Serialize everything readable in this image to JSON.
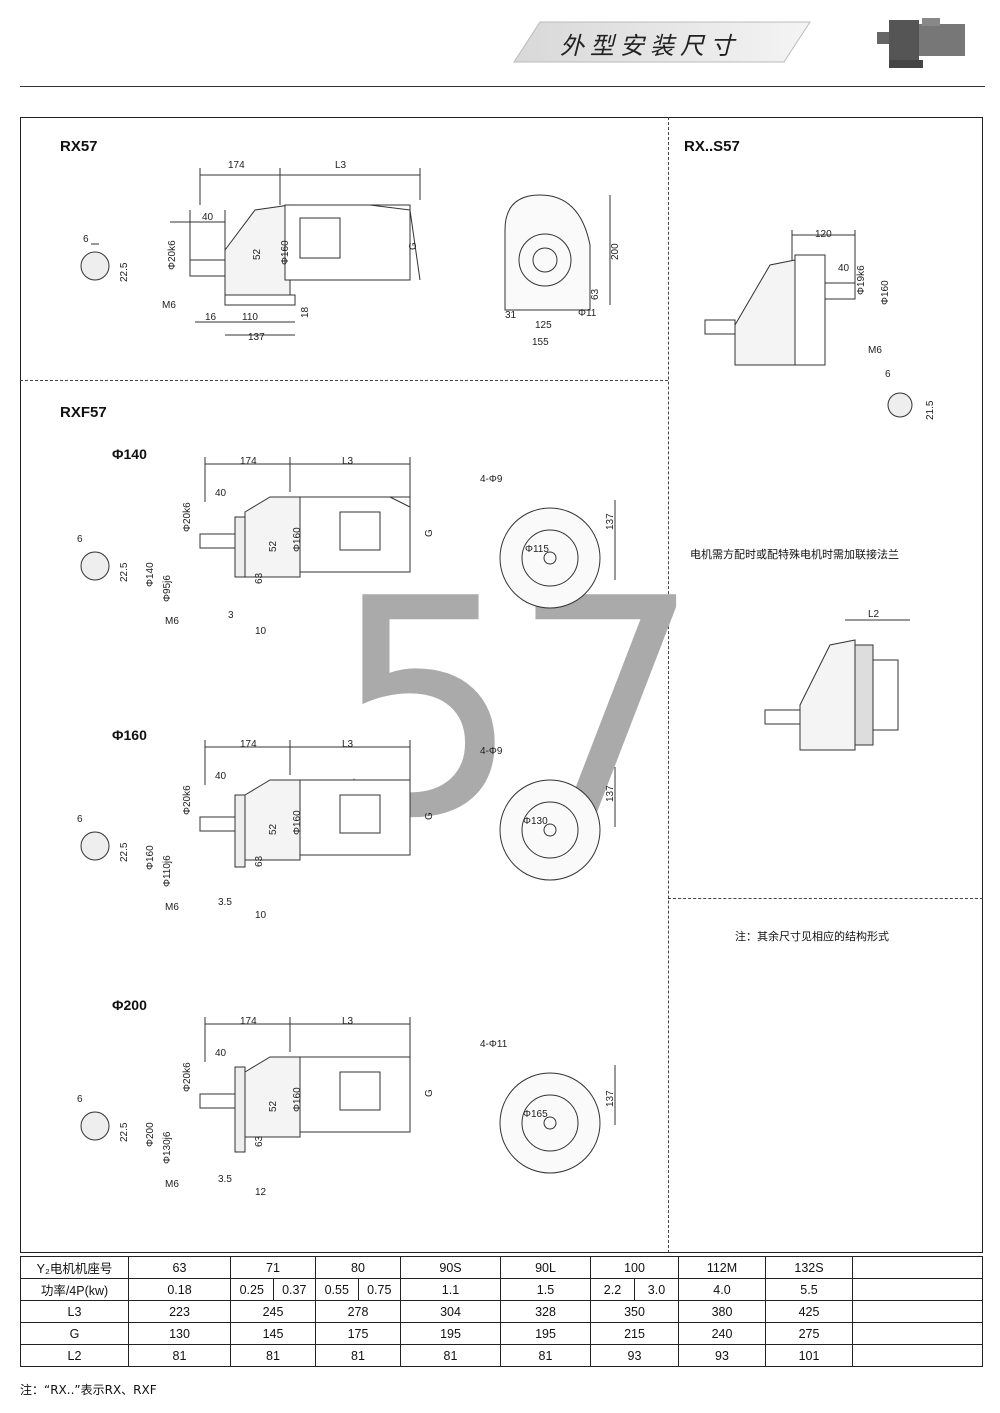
{
  "header": {
    "title": "外型安装尺寸"
  },
  "sections": {
    "rx57": "RX57",
    "rxs57": "RX..S57",
    "rxf57": "RXF57"
  },
  "flanges": [
    "Φ140",
    "Φ160",
    "Φ200"
  ],
  "big_number": "57",
  "notes": {
    "flange_note": "电机需方配时或配特殊电机时需加联接法兰",
    "remaining_note": "注：其余尺寸见相应的结构形式",
    "footer_note": "注：“RX..”表示RX、RXF"
  },
  "dims": {
    "rx57": {
      "d174": "174",
      "l3": "L3",
      "d40": "40",
      "shaft": "Φ20k6",
      "d52": "52",
      "d160": "Φ160",
      "g": "G",
      "m6": "M6",
      "d16": "16",
      "d110": "110",
      "d137": "137",
      "d18": "18",
      "key6": "6",
      "key225": "22.5",
      "h200": "200",
      "h63": "63",
      "d31": "31",
      "d125": "125",
      "d155": "155",
      "hole": "Φ11"
    },
    "rxs57": {
      "d120": "120",
      "d40": "40",
      "shaft": "Φ19k6",
      "d160": "Φ160",
      "m6": "M6",
      "key6": "6",
      "key215": "21.5",
      "l2": "L2"
    },
    "rxf140": {
      "d174": "174",
      "l3": "L3",
      "d40": "40",
      "shaft": "Φ20k6",
      "d52": "52",
      "d160": "Φ160",
      "g": "G",
      "p140": "Φ140",
      "p95": "Φ95j6",
      "d63": "63",
      "m6": "M6",
      "d3": "3",
      "d10": "10",
      "key6": "6",
      "key225": "22.5",
      "holes": "4-Φ9",
      "pcd": "Φ115",
      "h137": "137"
    },
    "rxf160": {
      "d174": "174",
      "l3": "L3",
      "d40": "40",
      "shaft": "Φ20k6",
      "d52": "52",
      "d160": "Φ160",
      "g": "G",
      "p160": "Φ160",
      "p110": "Φ110j6",
      "d63": "63",
      "m6": "M6",
      "d35": "3.5",
      "d10": "10",
      "key6": "6",
      "key225": "22.5",
      "holes": "4-Φ9",
      "pcd": "Φ130",
      "h137": "137"
    },
    "rxf200": {
      "d174": "174",
      "l3": "L3",
      "d40": "40",
      "shaft": "Φ20k6",
      "d52": "52",
      "d160": "Φ160",
      "g": "G",
      "p200": "Φ200",
      "p130": "Φ130j6",
      "d63": "63",
      "m6": "M6",
      "d35": "3.5",
      "d12": "12",
      "key6": "6",
      "key225": "22.5",
      "holes": "4-Φ11",
      "pcd": "Φ165",
      "h137": "137"
    }
  },
  "table": {
    "rows": [
      {
        "label": "Y₂电机机座号",
        "cells": [
          [
            "63"
          ],
          [
            "71"
          ],
          [
            "80"
          ],
          [
            "90S"
          ],
          [
            "90L"
          ],
          [
            "100"
          ],
          [
            "112M"
          ],
          [
            "132S"
          ],
          [
            ""
          ]
        ]
      },
      {
        "label": "功率/4P(kw)",
        "cells": [
          [
            "0.18"
          ],
          [
            "0.25",
            "0.37"
          ],
          [
            "0.55",
            "0.75"
          ],
          [
            "1.1"
          ],
          [
            "1.5"
          ],
          [
            "2.2",
            "3.0"
          ],
          [
            "4.0"
          ],
          [
            "5.5"
          ],
          [
            ""
          ]
        ]
      },
      {
        "label": "L3",
        "cells": [
          [
            "223"
          ],
          [
            "245"
          ],
          [
            "278"
          ],
          [
            "304"
          ],
          [
            "328"
          ],
          [
            "350"
          ],
          [
            "380"
          ],
          [
            "425"
          ],
          [
            ""
          ]
        ]
      },
      {
        "label": "G",
        "cells": [
          [
            "130"
          ],
          [
            "145"
          ],
          [
            "175"
          ],
          [
            "195"
          ],
          [
            "195"
          ],
          [
            "215"
          ],
          [
            "240"
          ],
          [
            "275"
          ],
          [
            ""
          ]
        ]
      },
      {
        "label": "L2",
        "cells": [
          [
            "81"
          ],
          [
            "81"
          ],
          [
            "81"
          ],
          [
            "81"
          ],
          [
            "81"
          ],
          [
            "93"
          ],
          [
            "93"
          ],
          [
            "101"
          ],
          [
            ""
          ]
        ]
      }
    ]
  }
}
